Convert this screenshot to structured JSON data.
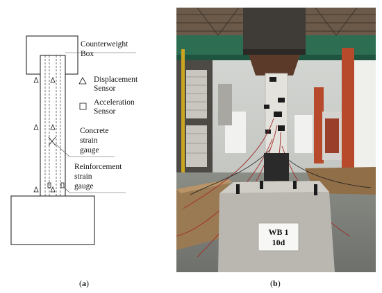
{
  "diagram": {
    "labels": {
      "counterweight_line1": "Counterweight",
      "counterweight_line2": "Box",
      "displacement_line1": "Displacement",
      "displacement_line2": "Sensor",
      "acceleration_line1": "Acceleration",
      "acceleration_line2": "Sensor",
      "concrete_line1": "Concrete",
      "concrete_line2": "strain",
      "concrete_line3": "gauge",
      "reinforcement_line1": "Reinforcement",
      "reinforcement_line2": "strain",
      "reinforcement_line3": "gauge"
    },
    "caption_letter": "a"
  },
  "photo": {
    "sign_line1": "WB 1",
    "sign_line2": "10d",
    "caption_letter": "b"
  }
}
